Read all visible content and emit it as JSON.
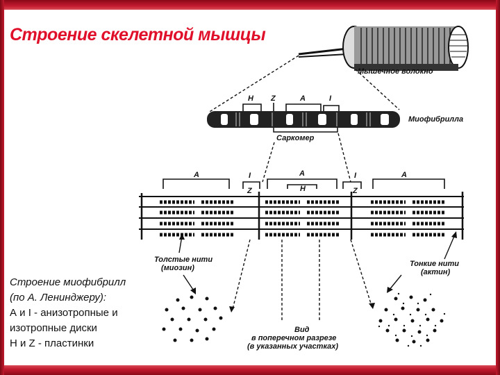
{
  "slide": {
    "title": "Строение скелетной мышцы",
    "caption": {
      "line1": "Строение миофибрилл",
      "line2": "(по А. Ленинджеру):",
      "line3": "А и I - анизотропные и",
      "line4": "изотропные диски",
      "line5": "Н и Z - пластинки"
    }
  },
  "diagram": {
    "muscle_fiber_label": "Мышечное волокно",
    "myofibril_label": "Миофибрилла",
    "sarcomere_label": "Саркомер",
    "myofibril_bands": {
      "h": "Н",
      "z": "Z",
      "a": "А",
      "i": "I"
    },
    "sarcomere_bands": {
      "a1": "А",
      "i1": "I",
      "z1": "Z",
      "a2": "А",
      "h": "Н",
      "i2": "I",
      "z2": "Z",
      "a3": "А"
    },
    "thick_label_1": "Толстые нити",
    "thick_label_2": "(миозин)",
    "thin_label_1": "Тонкие нити",
    "thin_label_2": "(актин)",
    "cross_label_1": "Вид",
    "cross_label_2": "в поперечном разрезе",
    "cross_label_3": "(в указанных участках)"
  }
}
